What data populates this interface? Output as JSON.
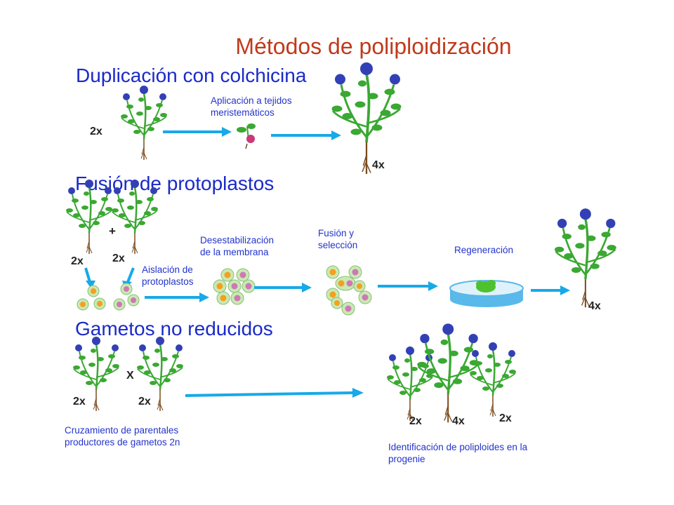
{
  "title": "Métodos de poliploidización",
  "sections": {
    "colchicine": {
      "heading": "Duplicación con colchicina",
      "step_note": [
        "Aplicación a tejidos",
        "meristemáticos"
      ],
      "ploidy_before": "2x",
      "ploidy_after": "4x"
    },
    "protoplast": {
      "heading": "Fusión de protoplastos",
      "plus_sign": "+",
      "ploidy_parent_a": "2x",
      "ploidy_parent_b": "2x",
      "step_isolation": [
        "Aislación de",
        "protoplastos"
      ],
      "step_destabilization": [
        "Desestabilización",
        "de la membrana"
      ],
      "step_fusion": [
        "Fusión y",
        "selección"
      ],
      "step_regeneration": "Regeneración",
      "ploidy_result": "4x"
    },
    "gametes": {
      "heading": "Gametos no reducidos",
      "cross_sign": "X",
      "ploidy_parent_a": "2x",
      "ploidy_parent_b": "2x",
      "step_crossing": [
        "Cruzamiento de parentales",
        "productores de gametos 2n"
      ],
      "progeny_ploidies": [
        "2x",
        "4x",
        "2x"
      ],
      "step_identification": [
        "Identificación de poliploides en la",
        "progenie"
      ]
    }
  },
  "colors": {
    "title": "#c0391b",
    "heading": "#1a2ac8",
    "arrow": "#17a9e8",
    "leaf": "#3aa832",
    "flower": "#3340b5",
    "cell_fill": "#c9e9b5",
    "nucleus_orange": "#f4a01e",
    "nucleus_pink": "#cf78b3"
  },
  "icons": [
    "plant-icon",
    "seedling-icon",
    "protoplast-cell-icon",
    "petri-dish-icon",
    "arrow-right-icon"
  ]
}
